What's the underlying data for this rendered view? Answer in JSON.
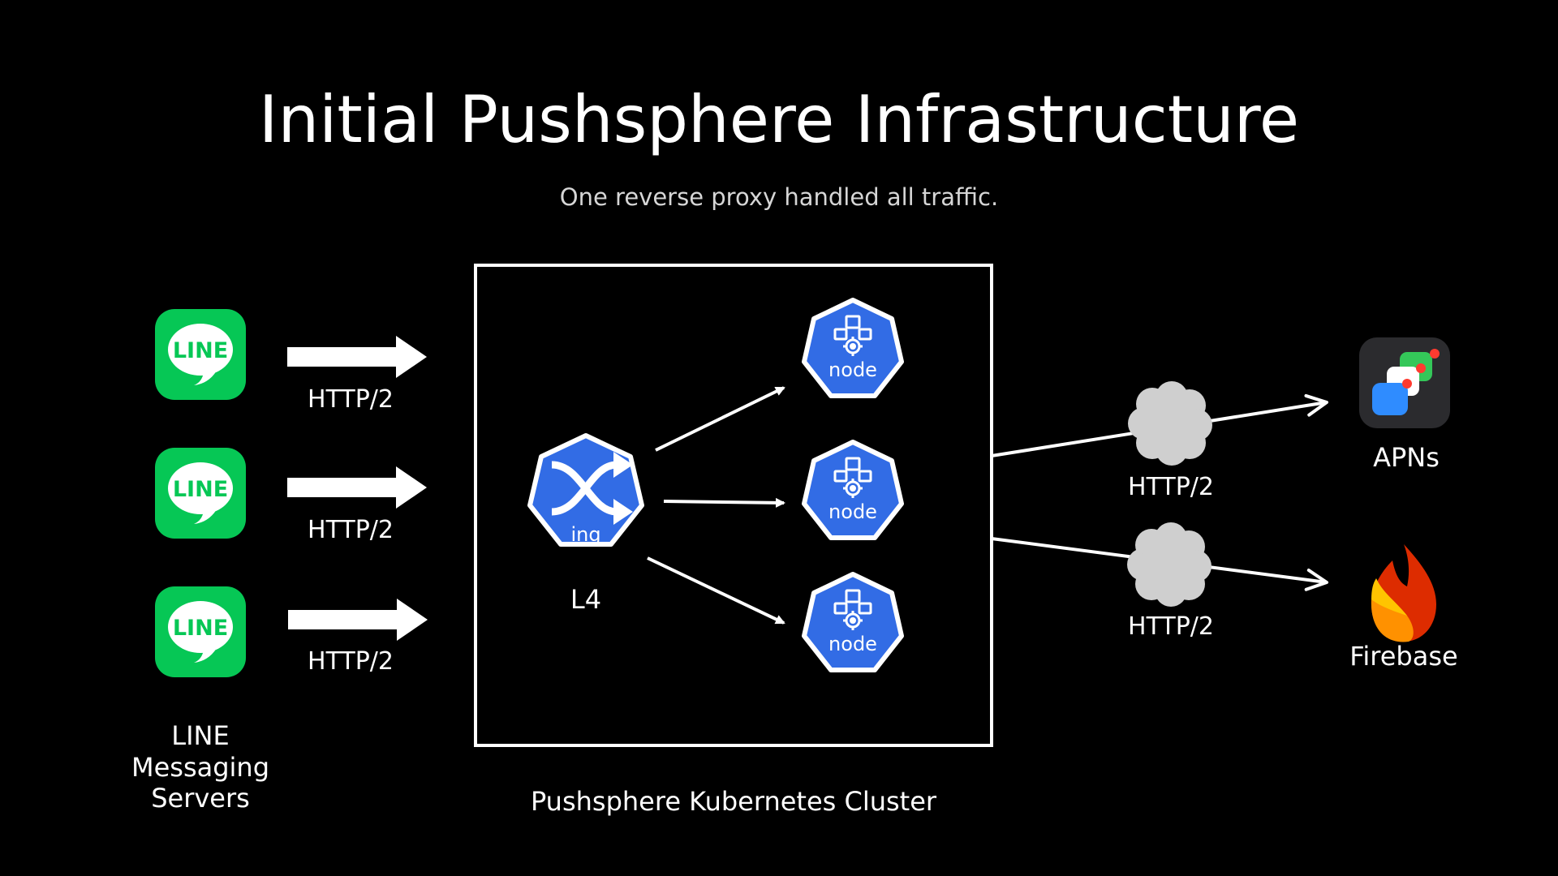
{
  "title": "Initial Pushsphere Infrastructure",
  "subtitle": "One reverse proxy handled all traffic.",
  "line_servers": {
    "logo_text": "LINE",
    "caption_lines": [
      "LINE",
      "Messaging",
      "Servers"
    ],
    "protocols": [
      "HTTP/2",
      "HTTP/2",
      "HTTP/2"
    ]
  },
  "cluster": {
    "caption": "Pushsphere Kubernetes Cluster",
    "ingress_label": "ing",
    "ingress_caption": "L4",
    "node_labels": [
      "node",
      "node",
      "node"
    ]
  },
  "outbound": {
    "protocols": [
      "HTTP/2",
      "HTTP/2"
    ],
    "apns_label": "APNs",
    "firebase_label": "Firebase"
  },
  "colors": {
    "background": "#000000",
    "line_green": "#06C755",
    "k8s_blue": "#326CE5",
    "cloud_gray": "#cfcfcf",
    "firebase_orange": "#FF9100",
    "firebase_red": "#DD2C00",
    "firebase_yellow": "#FFC400"
  }
}
